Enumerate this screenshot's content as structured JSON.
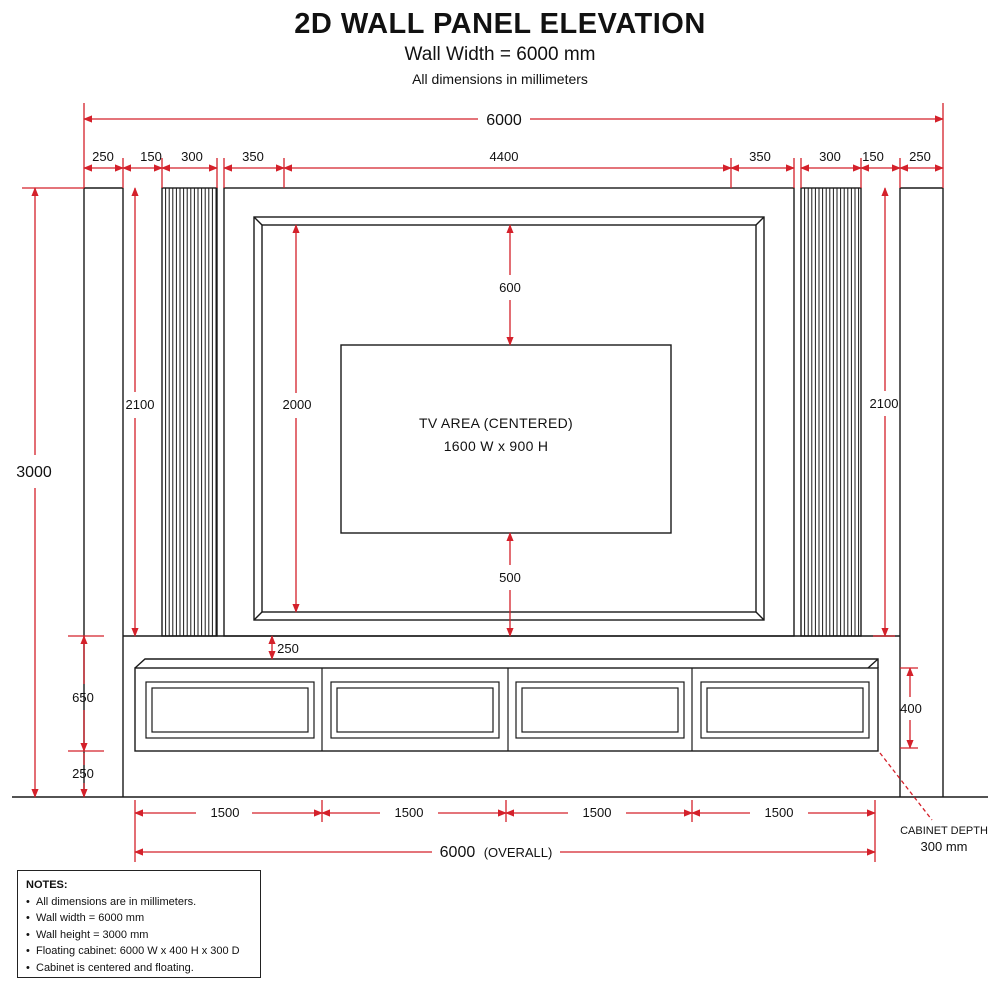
{
  "header": {
    "title": "2D WALL PANEL ELEVATION",
    "subtitle": "Wall Width = 6000 mm",
    "note": "All dimensions in millimeters"
  },
  "dimensions": {
    "overall_top": "6000",
    "left_250": "250",
    "left_150": "150",
    "left_300": "300",
    "center_350_left": "350",
    "center_4400": "4400",
    "center_350_right": "350",
    "right_300": "300",
    "right_150": "150",
    "right_250": "250",
    "wall_height": "3000",
    "left_panel_height": "2100",
    "right_panel_height": "2100",
    "frame_height": "2000",
    "above_tv": "600",
    "below_tv": "500",
    "gap_above_cabinet": "250",
    "cabinet_height": "400",
    "base_650": "650",
    "base_250": "250",
    "cab_section_1": "1500",
    "cab_section_2": "1500",
    "cab_section_3": "1500",
    "cab_section_4": "1500",
    "overall_bottom": "6000",
    "overall_bottom_suffix": "(OVERALL)"
  },
  "tv_area": {
    "line1": "TV AREA (CENTERED)",
    "line2": "1600 W x 900 H"
  },
  "cabinet_depth": {
    "label": "CABINET DEPTH",
    "value": "300 mm"
  },
  "notes": {
    "title": "NOTES:",
    "items": [
      "All dimensions are in millimeters.",
      "Wall width = 6000 mm",
      "Wall height = 3000 mm",
      "Floating cabinet: 6000 W x 400 H x 300 D",
      "Cabinet is centered and floating."
    ]
  },
  "colors": {
    "dimension_line": "#d4202a",
    "drawing_line": "#1a1a1a"
  }
}
